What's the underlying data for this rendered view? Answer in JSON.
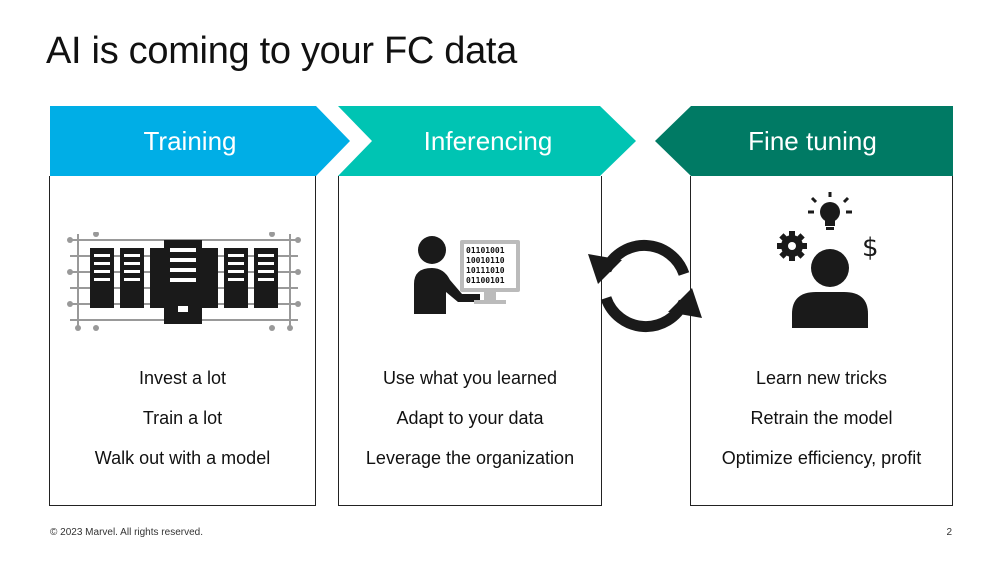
{
  "title": "AI is coming to your FC data",
  "stages": [
    {
      "label": "Training",
      "color": "#00aee6",
      "lines": [
        "Invest a lot",
        "Train a lot",
        "Walk out with a model"
      ],
      "icon": "server-rack-icon"
    },
    {
      "label": "Inferencing",
      "color": "#00c4b3",
      "lines": [
        "Use what you learned",
        "Adapt to your data",
        "Leverage the organization"
      ],
      "icon": "person-at-computer-icon"
    },
    {
      "label": "Fine tuning",
      "color": "#007a64",
      "lines": [
        "Learn new tricks",
        "Retrain the model",
        "Optimize efficiency, profit"
      ],
      "icon": "person-ideas-icon"
    }
  ],
  "computer_screen_text": [
    "01101001",
    "10010110",
    "10111010",
    "01100101"
  ],
  "cycle_icon": "refresh-cycle-icon",
  "footer": {
    "copyright": "© 2023 Marvel. All rights reserved.",
    "page_number": "2"
  }
}
